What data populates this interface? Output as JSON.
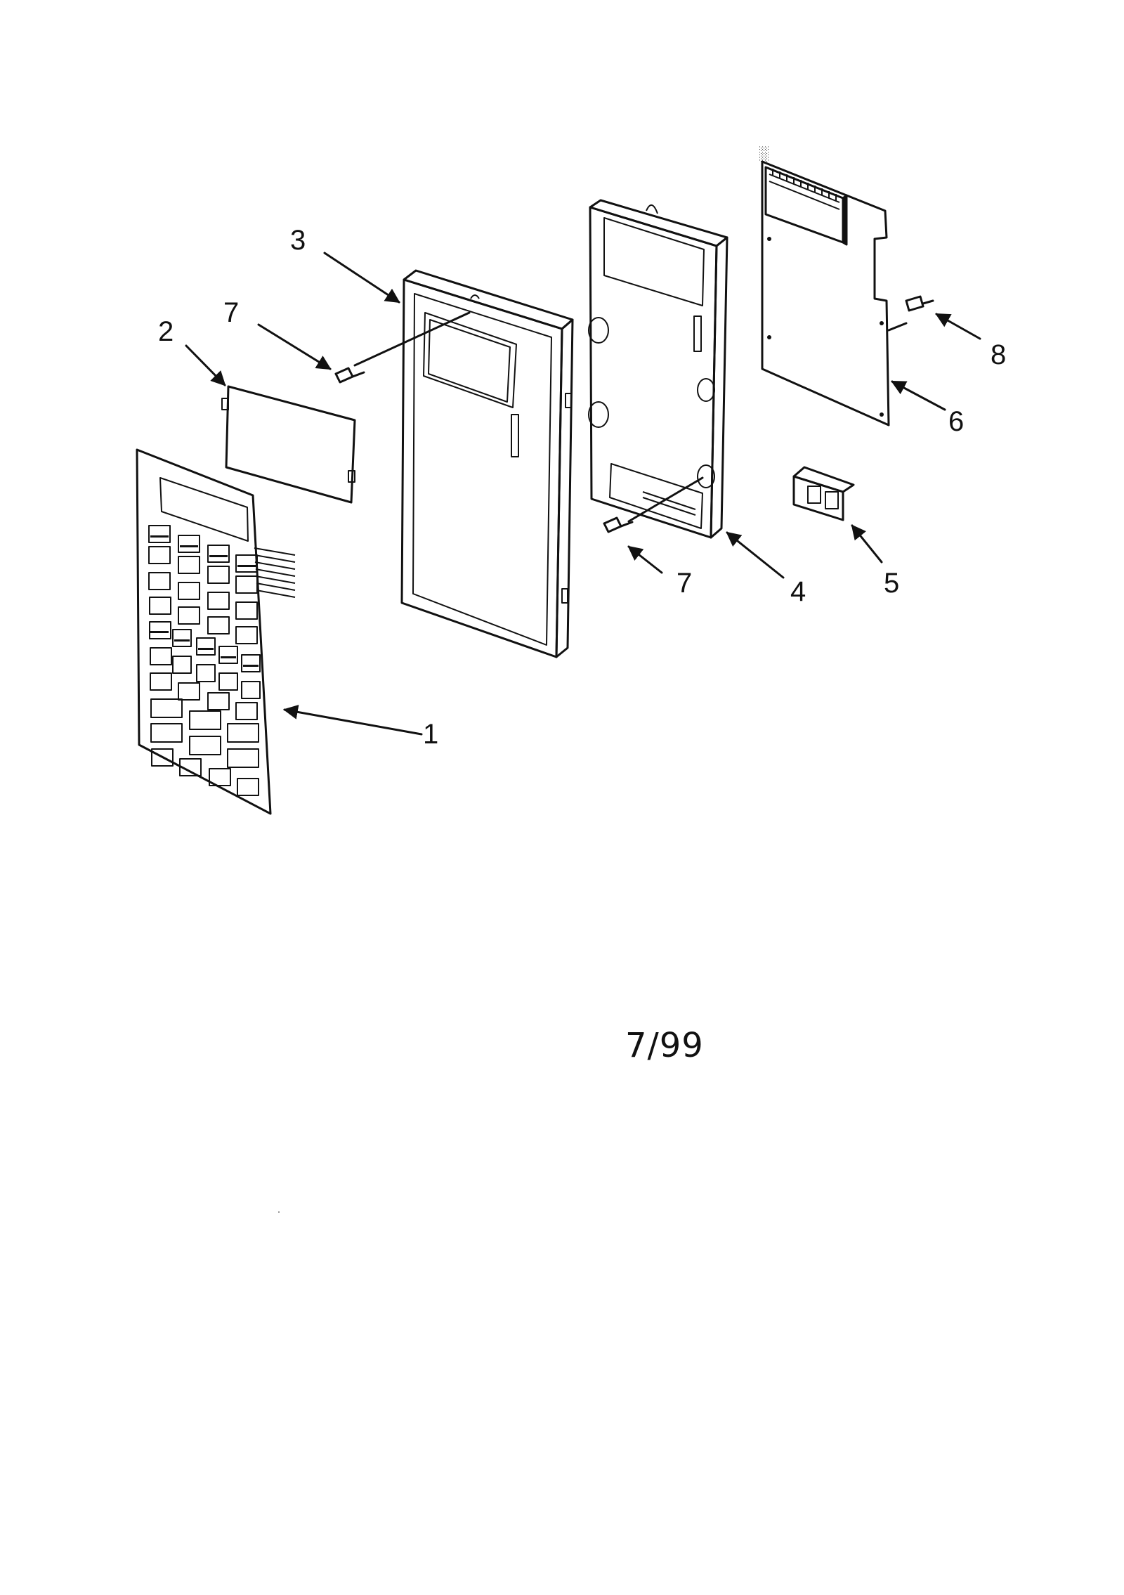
{
  "callouts": {
    "c1": "1",
    "c2": "2",
    "c3": "3",
    "c4": "4",
    "c5": "5",
    "c6": "6",
    "c7a": "7",
    "c7b": "7",
    "c8": "8"
  },
  "footer": {
    "date": "7/99"
  }
}
